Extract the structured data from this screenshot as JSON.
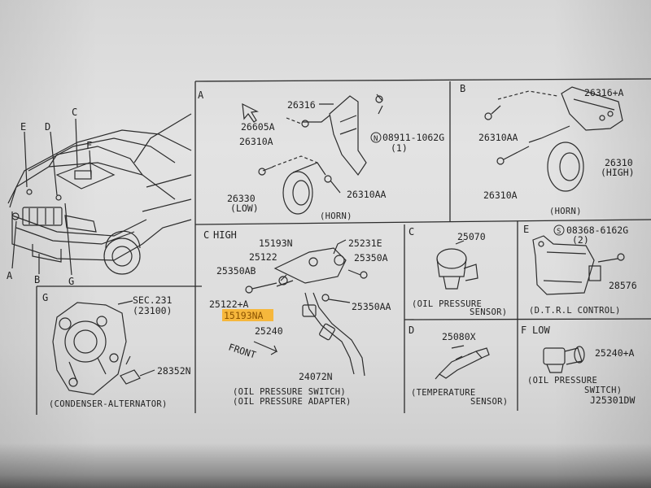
{
  "colors": {
    "line": "#2c2c2c",
    "highlight": "#f6b73c",
    "paper": "#e2e2e2"
  },
  "vehicle": {
    "callouts": {
      "a": "A",
      "b": "B",
      "c": "C",
      "d": "D",
      "e": "E",
      "f": "F",
      "g": "G"
    }
  },
  "panel_a": {
    "letter": "A",
    "parts": {
      "p26316": "26316",
      "p26605a": "26605A",
      "p08911": "08911-1062G",
      "p08911_qty": "(1)",
      "p26310a": "26310A",
      "p26330": "26330",
      "p26330_sub": "(LOW)",
      "p26310aa": "26310AA"
    },
    "caption": "(HORN)"
  },
  "panel_b": {
    "letter": "B",
    "parts": {
      "p26316a": "26316+A",
      "p26310aa": "26310AA",
      "p26310": "26310",
      "p26310_sub": "(HIGH)",
      "p26310a": "26310A"
    },
    "caption": "(HORN)"
  },
  "panel_c": {
    "letter": "C",
    "title": "HIGH",
    "parts": {
      "p15193n": "15193N",
      "p25231e": "25231E",
      "p25122": "25122",
      "p25350a": "25350A",
      "p25350ab": "25350AB",
      "p25122a": "25122+A",
      "p15193na": "15193NA",
      "p25350aa": "25350AA",
      "p25240": "25240",
      "p24072n": "24072N"
    },
    "front_label": "FRONT",
    "caption_1": "(OIL PRESSURE SWITCH)",
    "caption_2": "(OIL PRESSURE ADAPTER)"
  },
  "panel_c2": {
    "letter": "C",
    "part": "25070",
    "caption_1": "(OIL PRESSURE",
    "caption_2": "SENSOR)"
  },
  "panel_e": {
    "letter": "E",
    "part_bolt": "08368-6162G",
    "bolt_qty": "(2)",
    "part": "28576",
    "caption": "(D.T.R.L CONTROL)"
  },
  "panel_d": {
    "letter": "D",
    "part": "25080X",
    "caption_1": "(TEMPERATURE",
    "caption_2": "SENSOR)"
  },
  "panel_f": {
    "letter": "F",
    "title": "LOW",
    "part": "25240+A",
    "caption_1": "(OIL PRESSURE",
    "caption_2": "SWITCH)",
    "diagram_code": "J25301DW"
  },
  "panel_g": {
    "letter": "G",
    "sec": "SEC.231",
    "sec_sub": "(23100)",
    "part": "28352N",
    "caption": "(CONDENSER-ALTERNATOR)"
  }
}
